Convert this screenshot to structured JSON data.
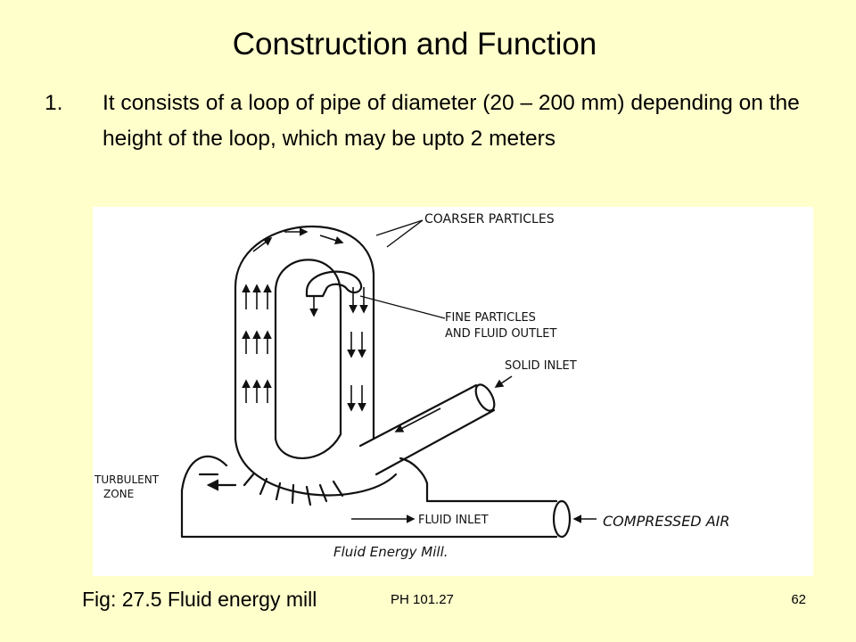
{
  "slide": {
    "title": "Construction and Function",
    "point_number": "1.",
    "point_text": "It consists of a loop of pipe of diameter (20 – 200 mm) depending on the height of the loop, which may be upto 2 meters",
    "figure_labels": {
      "coarser": "COARSER PARTICLES",
      "fine_1": "FINE PARTICLES",
      "fine_2": "AND FLUID OUTLET",
      "solid_inlet": "SOLID INLET",
      "turbulent_1": "TURBULENT",
      "turbulent_2": "ZONE",
      "fluid_inlet": "FLUID INLET",
      "compressed": "COMPRESSED AIR",
      "figure_title": "Fluid Energy Mill."
    },
    "caption": "Fig: 27.5 Fluid energy mill",
    "footer_code": "PH 101.27",
    "page_number": "62"
  }
}
